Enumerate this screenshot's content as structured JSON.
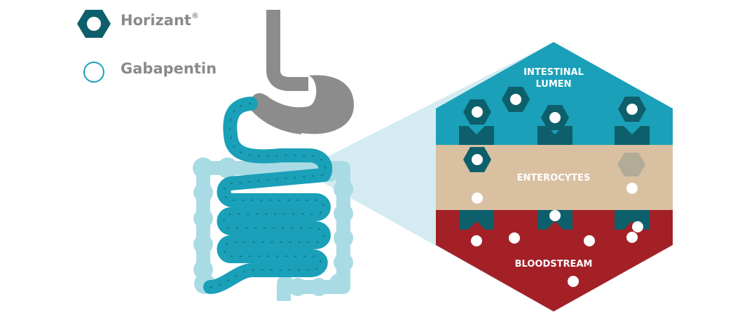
{
  "legend": {
    "horizant_label": "Horizant",
    "horizant_mark": "®",
    "gabapentin_label": "Gabapentin",
    "horizant_icon": "hexagon-nut-icon",
    "gabapentin_icon": "circle-outline-icon"
  },
  "zones": {
    "lumen_line1": "INTESTINAL",
    "lumen_line2": "LUMEN",
    "enterocytes": "ENTEROCYTES",
    "bloodstream": "BLOODSTREAM"
  },
  "colors": {
    "teal_dark": "#0d5f6b",
    "teal": "#1aa0b8",
    "teal_light": "#a9dbe4",
    "stomach_gray": "#8c8c8c",
    "beige": "#d9c0a1",
    "blood_red": "#a32027",
    "legend_text": "#8a8a8a"
  }
}
